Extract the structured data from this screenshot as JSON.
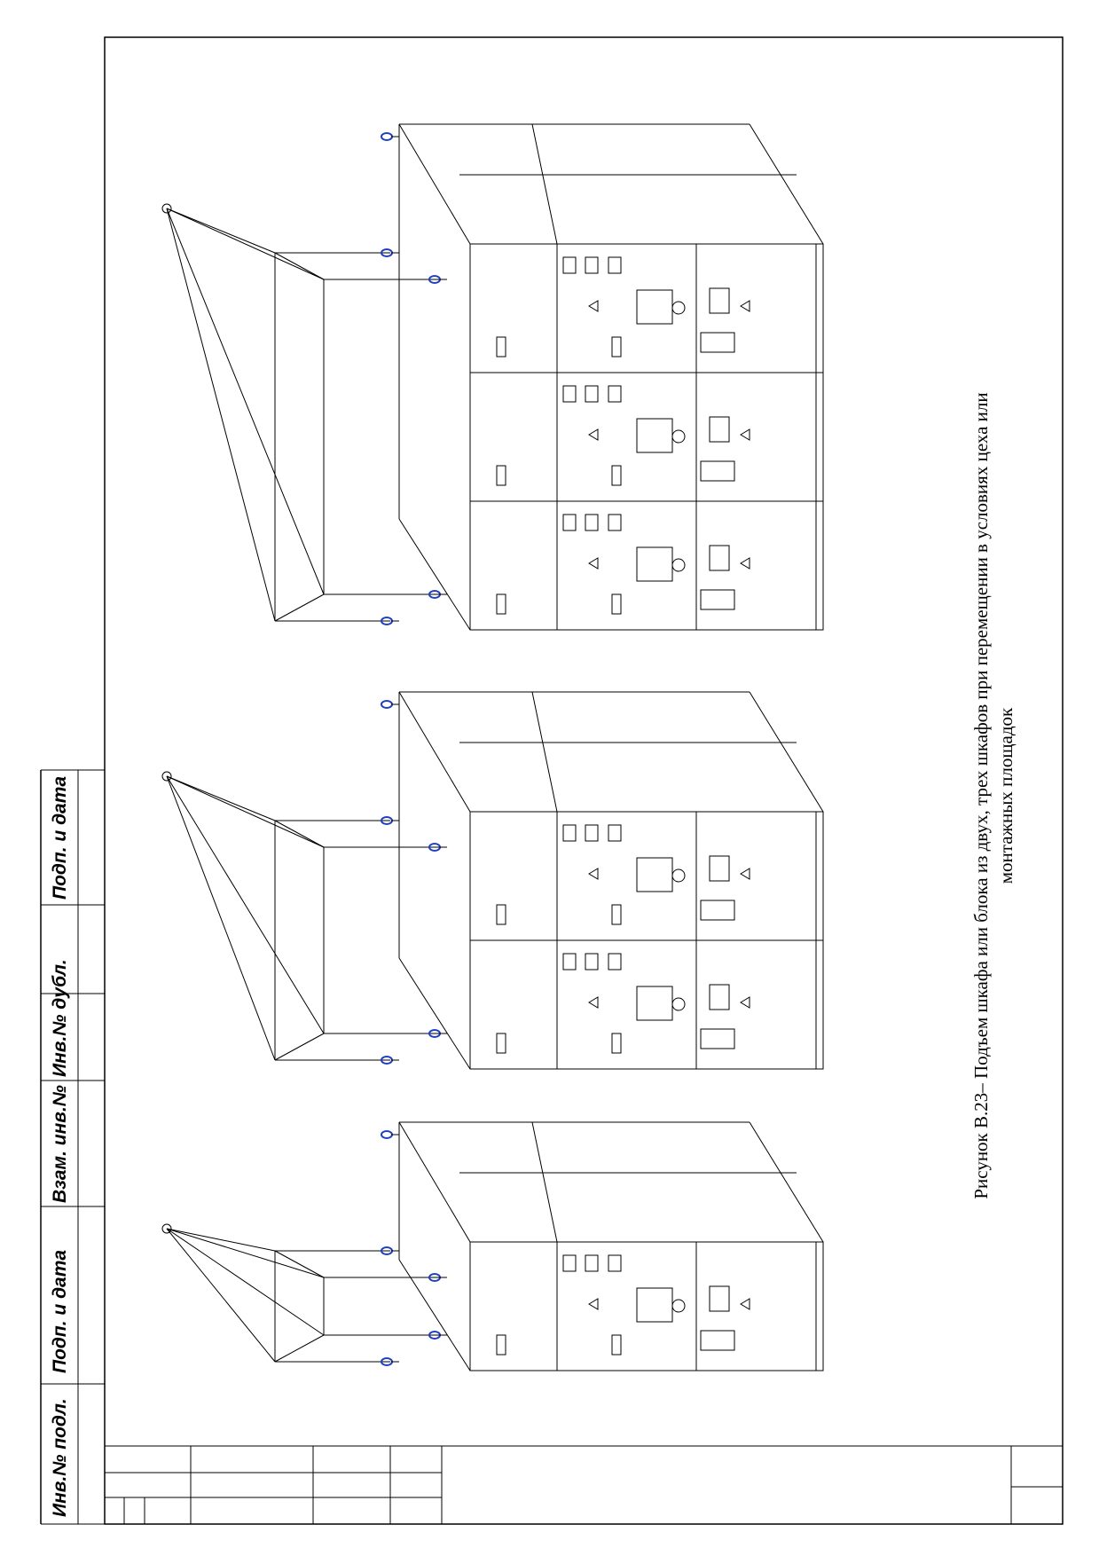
{
  "side_stamp": {
    "fields": [
      "Инв.№ подл.",
      "Подп. и дата",
      "Взам. инв.№",
      "Инв.№ дубл.",
      "Подп. и дата"
    ]
  },
  "figure": {
    "caption_line1": "Рисунок  В.23– Подъем шкафа или блока из двух, трех шкафов при перемещении в условиях цеха или",
    "caption_line2": "монтажных площадок"
  },
  "colors": {
    "line": "#000000",
    "hook_accent": "#1f3fbf"
  },
  "assemblies": [
    {
      "cabinets": 1
    },
    {
      "cabinets": 2
    },
    {
      "cabinets": 3
    }
  ]
}
